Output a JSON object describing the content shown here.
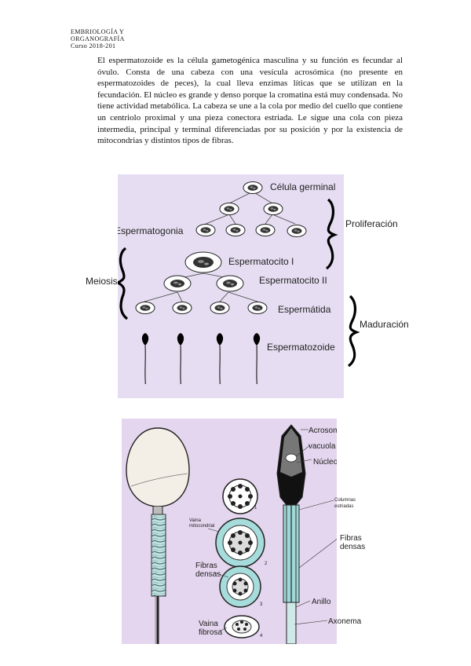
{
  "header": {
    "line1": "EMBRIOLOGÍA Y",
    "line2": "ORGANOGRAFÍA",
    "line3": "Curso 2018-201"
  },
  "paragraph": "El espermatozoide es la célula gametogénica masculina y su función es fecundar al óvulo. Consta de una cabeza con una vesícula acrosómica (no presente en espermatozoides de peces), la cual lleva enzimas líticas que se utilizan en la fecundación. El núcleo es grande y denso porque la cromatina está muy condensada. No tiene actividad metabólica. La cabeza se une a la cola por medio del cuello que contiene un centriolo proximal y una pieza conectora estriada. Le sigue una cola con pieza intermedia, principal y terminal diferenciadas por su posición y por la existencia de mitocondrias y distintos tipos de fibras.",
  "figure1": {
    "labels": {
      "germ_cell": "Célula germinal",
      "spermatogonia": "Espermatogonia",
      "spermatocyte1": "Espermatocito I",
      "spermatocyte2": "Espermatocito II",
      "spermatid": "Espermátida",
      "spermatozoon": "Espermatozoide",
      "proliferation": "Proliferación",
      "meiosis": "Meiosis",
      "maturation": "Maduración"
    }
  },
  "figure2": {
    "labels": {
      "acrosome": "Acrosoma",
      "vacuole": "vacuola",
      "nucleus": "Núcleo",
      "columns_line1": "Columnas",
      "columns_line2": "estriadas",
      "mito_sheath_line1": "Vaina",
      "mito_sheath_line2": "mitocondrial",
      "dense_fibers_right_line1": "Fibras",
      "dense_fibers_right_line2": "densas",
      "dense_fibers_left_line1": "Fibras",
      "dense_fibers_left_line2": "densas",
      "annulus": "Anillo",
      "axoneme": "Axonema",
      "fibrous_sheath_line1": "Vaina",
      "fibrous_sheath_line2": "fibrosa",
      "section1": "1",
      "section2": "2",
      "section3": "3",
      "section4": "4"
    }
  }
}
